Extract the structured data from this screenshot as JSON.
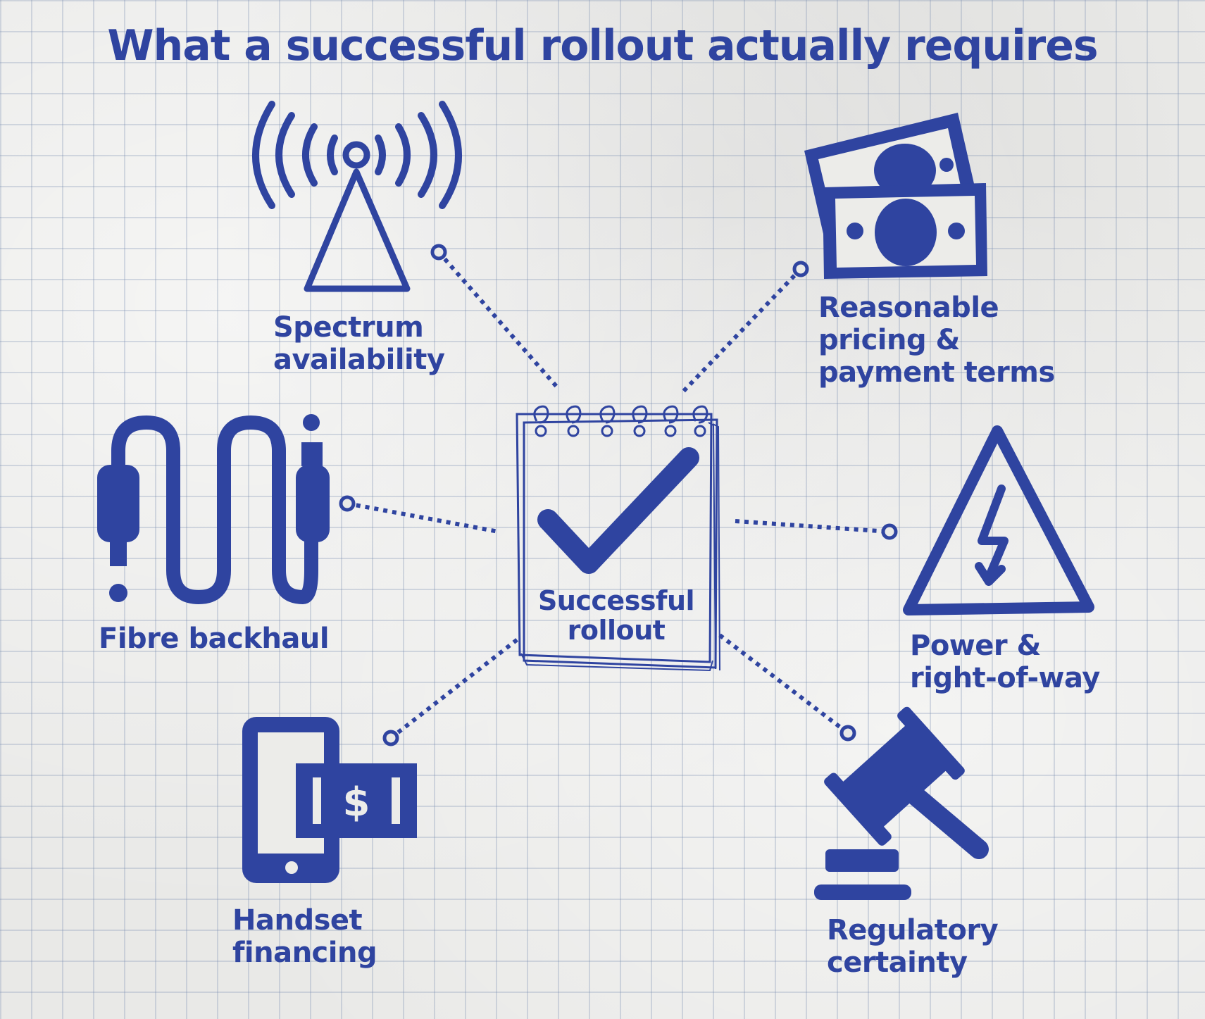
{
  "title": "What a successful rollout actually requires",
  "center": {
    "label": "Successful\nrollout",
    "icon": "notepad-checkmark-icon"
  },
  "nodes": [
    {
      "id": "spectrum",
      "label": "Spectrum\navailability",
      "icon": "radio-tower-icon"
    },
    {
      "id": "pricing",
      "label": "Reasonable\npricing &\npayment terms",
      "icon": "banknotes-icon"
    },
    {
      "id": "fibre",
      "label": "Fibre backhaul",
      "icon": "cable-icon"
    },
    {
      "id": "power",
      "label": "Power &\nright-of-way",
      "icon": "high-voltage-warning-icon"
    },
    {
      "id": "handset",
      "label": "Handset\nfinancing",
      "icon": "phone-money-icon"
    },
    {
      "id": "regulatory",
      "label": "Regulatory\ncertainty",
      "icon": "gavel-icon"
    }
  ],
  "colors": {
    "ink": "#2f44a0",
    "paper": "#e9e9e7",
    "grid": "#8c9bc4"
  }
}
